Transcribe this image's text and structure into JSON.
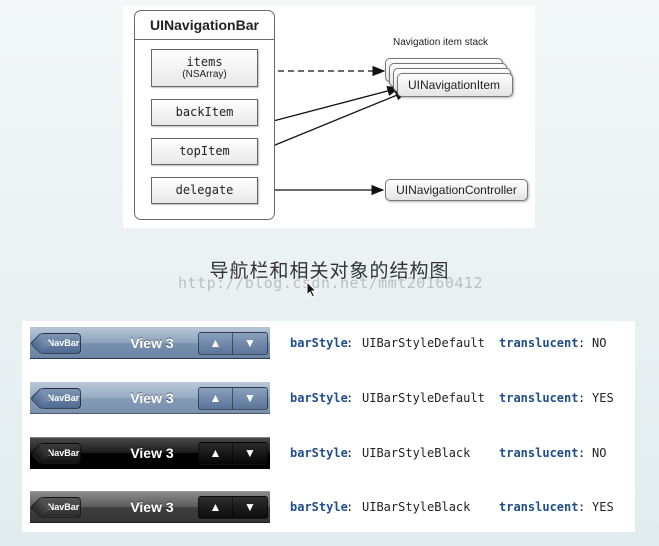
{
  "diagram": {
    "panel_title": "UINavigationBar",
    "properties": [
      {
        "name": "items",
        "sub": "(NSArray)"
      },
      {
        "name": "backItem"
      },
      {
        "name": "topItem"
      },
      {
        "name": "delegate"
      }
    ],
    "stack_title": "Navigation item stack",
    "stack_item_label": "UINavigationItem",
    "controller_label": "UINavigationController"
  },
  "caption": "导航栏和相关对象的结构图",
  "watermark": "http://blog.csdn.net/mmt20160412",
  "bar_styles": {
    "back_label": "NavBar",
    "title": "View 3",
    "up_glyph": "▲",
    "down_glyph": "▼",
    "barstyle_key": "barStyle",
    "translucent_key": "translucent",
    "rows": [
      {
        "style": "UIBarStyleDefault",
        "translucent": "NO"
      },
      {
        "style": "UIBarStyleDefault",
        "translucent": "YES"
      },
      {
        "style": "UIBarStyleBlack",
        "translucent": "NO"
      },
      {
        "style": "UIBarStyleBlack",
        "translucent": "YES"
      }
    ]
  },
  "colors": {
    "keyword": "#1f4e8c",
    "default_bar": "#7890ae",
    "black_bar": "#000000"
  },
  "icons": {
    "cursor": "mouse-pointer-icon",
    "up": "triangle-up-icon",
    "down": "triangle-down-icon"
  }
}
